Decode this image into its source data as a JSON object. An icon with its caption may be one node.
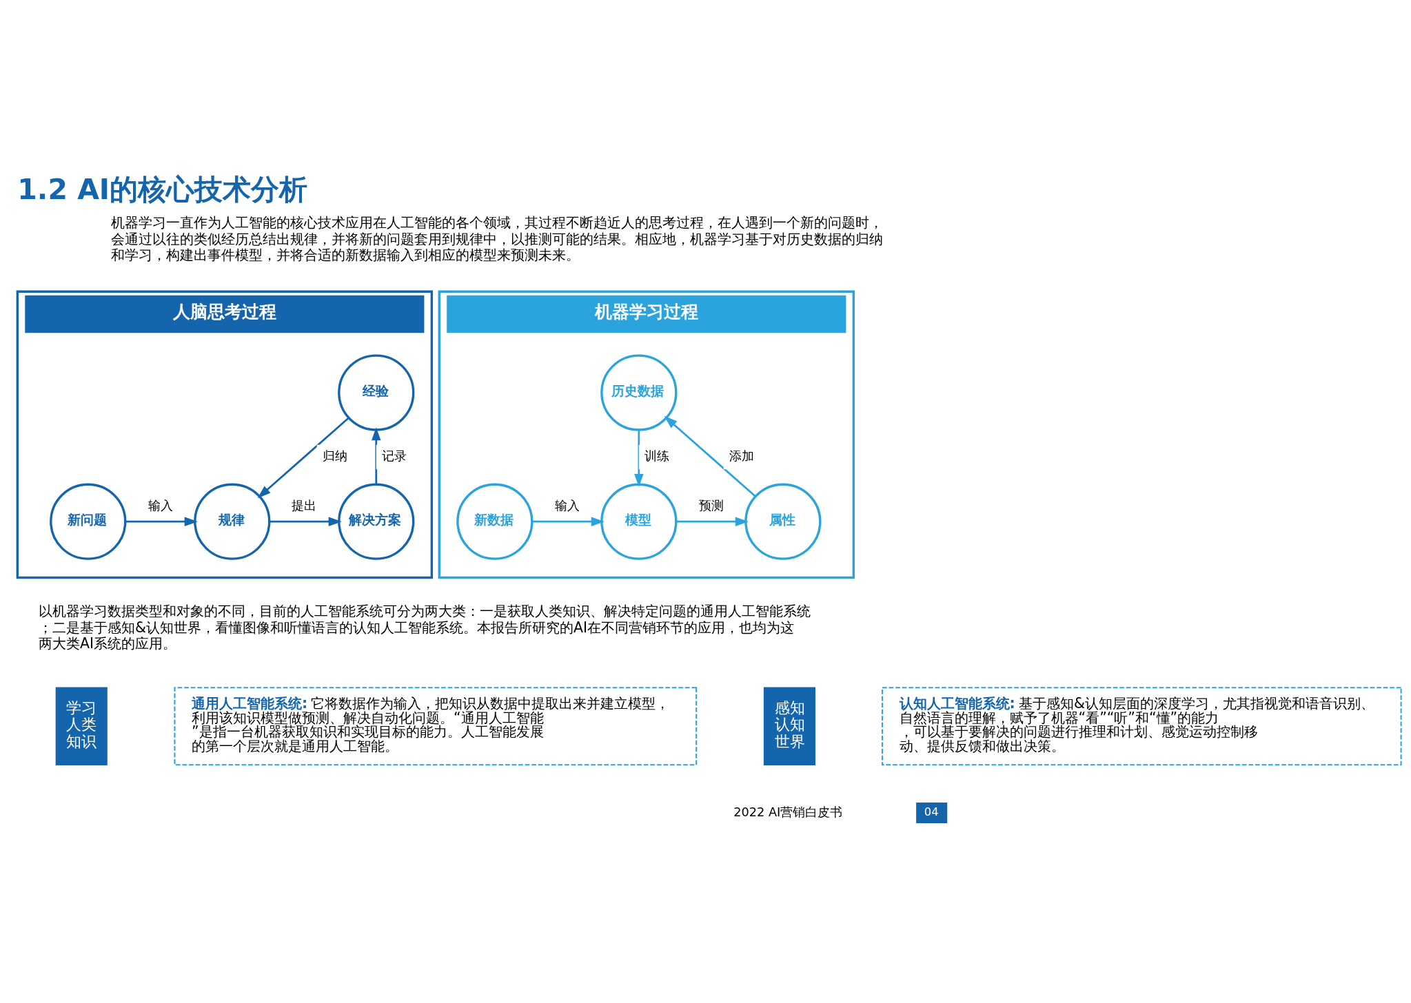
{
  "diagram": {
    "title": "1.2 AI的核心技术分析",
    "nodes": [
      {
        "text": [
          "人脑思考过程"
        ]
      },
      {
        "text": [
          "经验"
        ],
        "in": 0
      },
      {
        "text": [
          "新问题"
        ],
        "in": 0
      },
      {
        "text": [
          "规律"
        ],
        "in": 0
      },
      {
        "text": [
          "解决方案"
        ],
        "in": 0
      },
      {
        "text": [
          "机器学习过程"
        ]
      },
      {
        "text": [
          "历史数据"
        ],
        "in": 5
      },
      {
        "text": [
          "新数据"
        ],
        "in": 5
      },
      {
        "text": [
          "模型"
        ],
        "in": 5
      },
      {
        "text": [
          "属性"
        ],
        "in": 5
      },
      {
        "text": [
          "学习人类知识"
        ]
      },
      {
        "text": [
          "通用人工智能系统:",
          "它将数据作为输入，把知识从数据中提取出来并建立模型，利用该知识模型做预测、解决自动化问题。“通用人工智能”是指一台机器获取知识和实现目标的能力。人工智能发展的第一个层次就是通用人工智能。"
        ]
      },
      {
        "text": [
          "感知认知世界"
        ]
      },
      {
        "text": [
          "认知人工智能系统:",
          "基于感知&认知层面的深度学习，尤其指视觉和语音识别、自然语言的理解，赋予了机器“看”“听”和“懂”的能力，可以基于要解决的问题进行推理和计划、感觉运动控制移动、提供反馈和做出决策。"
        ]
      }
    ],
    "edges": [
      {
        "from": 4,
        "to": 1,
        "arrow": "to",
        "label": "记录"
      },
      {
        "from": 1,
        "to": 3,
        "arrow": "to",
        "label": "归纳"
      },
      {
        "from": 2,
        "to": 3,
        "arrow": "to",
        "label": "输入"
      },
      {
        "from": 3,
        "to": 4,
        "arrow": "to",
        "label": "提出"
      },
      {
        "from": 9,
        "to": 6,
        "arrow": "to",
        "label": "添加",
        "color": "#2ba3dc"
      },
      {
        "from": 6,
        "to": 8,
        "arrow": "to",
        "label": "训练",
        "color": "#2ba3dc"
      },
      {
        "from": 7,
        "to": 8,
        "arrow": "to",
        "label": "输入",
        "color": "#2ba3dc"
      },
      {
        "from": 8,
        "to": 9,
        "arrow": "to",
        "label": "预测",
        "color": "#2ba3dc"
      }
    ],
    "labels": [
      "机器学习一直作为人工智能的核心技术应用在人工智能的各个领域，其过程不断趋近人的思考过程，在人遇到一个新的问题时，会通过以往的类似经历总结出规律，并将新的问题套用到规律中，以推测可能的结果。相应地，机器学习基于对历史数据的归纳和学习，构建出事件模型，并将合适的新数据输入到相应的模型来预测未来。",
      "以机器学习数据类型和对象的不同，目前的人工智能系统可分为两大类：一是获取人类知识、解决特定问题的通用人工智能系统；二是基于感知&认知世界，看懂图像和听懂语言的认知人工智能系统。本报告所研究的AI在不同营销环节的应用，也均为这两大类AI系统的应用。",
      "2022 AI营销白皮书",
      "04"
    ]
  }
}
